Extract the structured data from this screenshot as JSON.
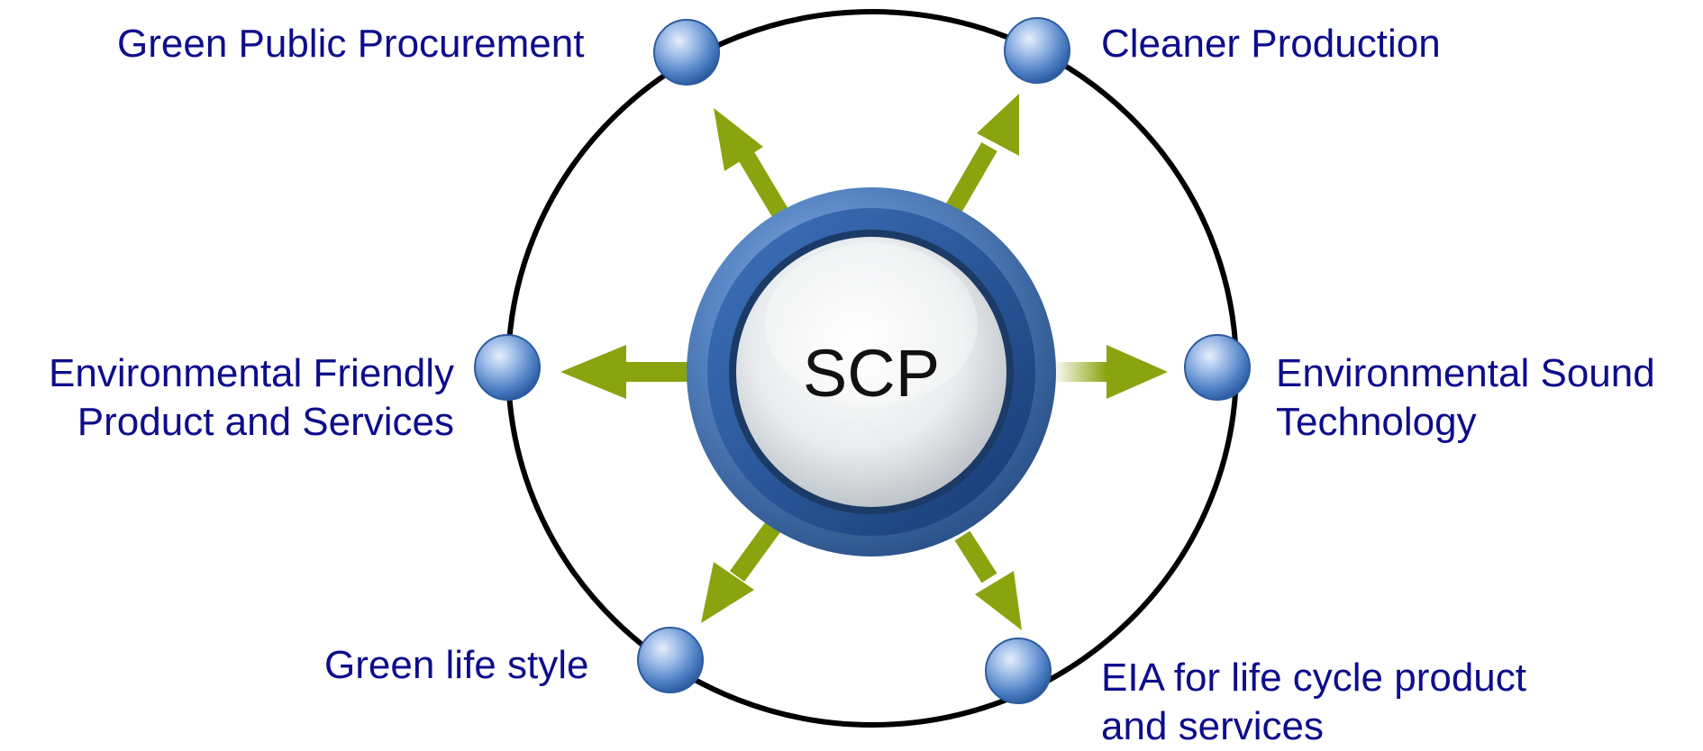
{
  "diagram": {
    "center_label": "SCP",
    "nodes": {
      "top_left": {
        "label": "Green Public Procurement"
      },
      "top_right": {
        "label": "Cleaner Production"
      },
      "mid_left": {
        "line1": "Environmental Friendly",
        "line2": "Product and Services"
      },
      "mid_right": {
        "line1": "Environmental Sound",
        "line2": "Technology"
      },
      "bottom_left": {
        "label": "Green life style"
      },
      "bottom_right": {
        "line1": "EIA for life cycle product",
        "line2": "and services"
      }
    },
    "colors": {
      "label_text": "#0d0d8c",
      "arrow": "#8aa40f",
      "ring": "#000000",
      "node_blue": "#3d6fb8",
      "hub_blue": "#1f4f8f"
    }
  }
}
